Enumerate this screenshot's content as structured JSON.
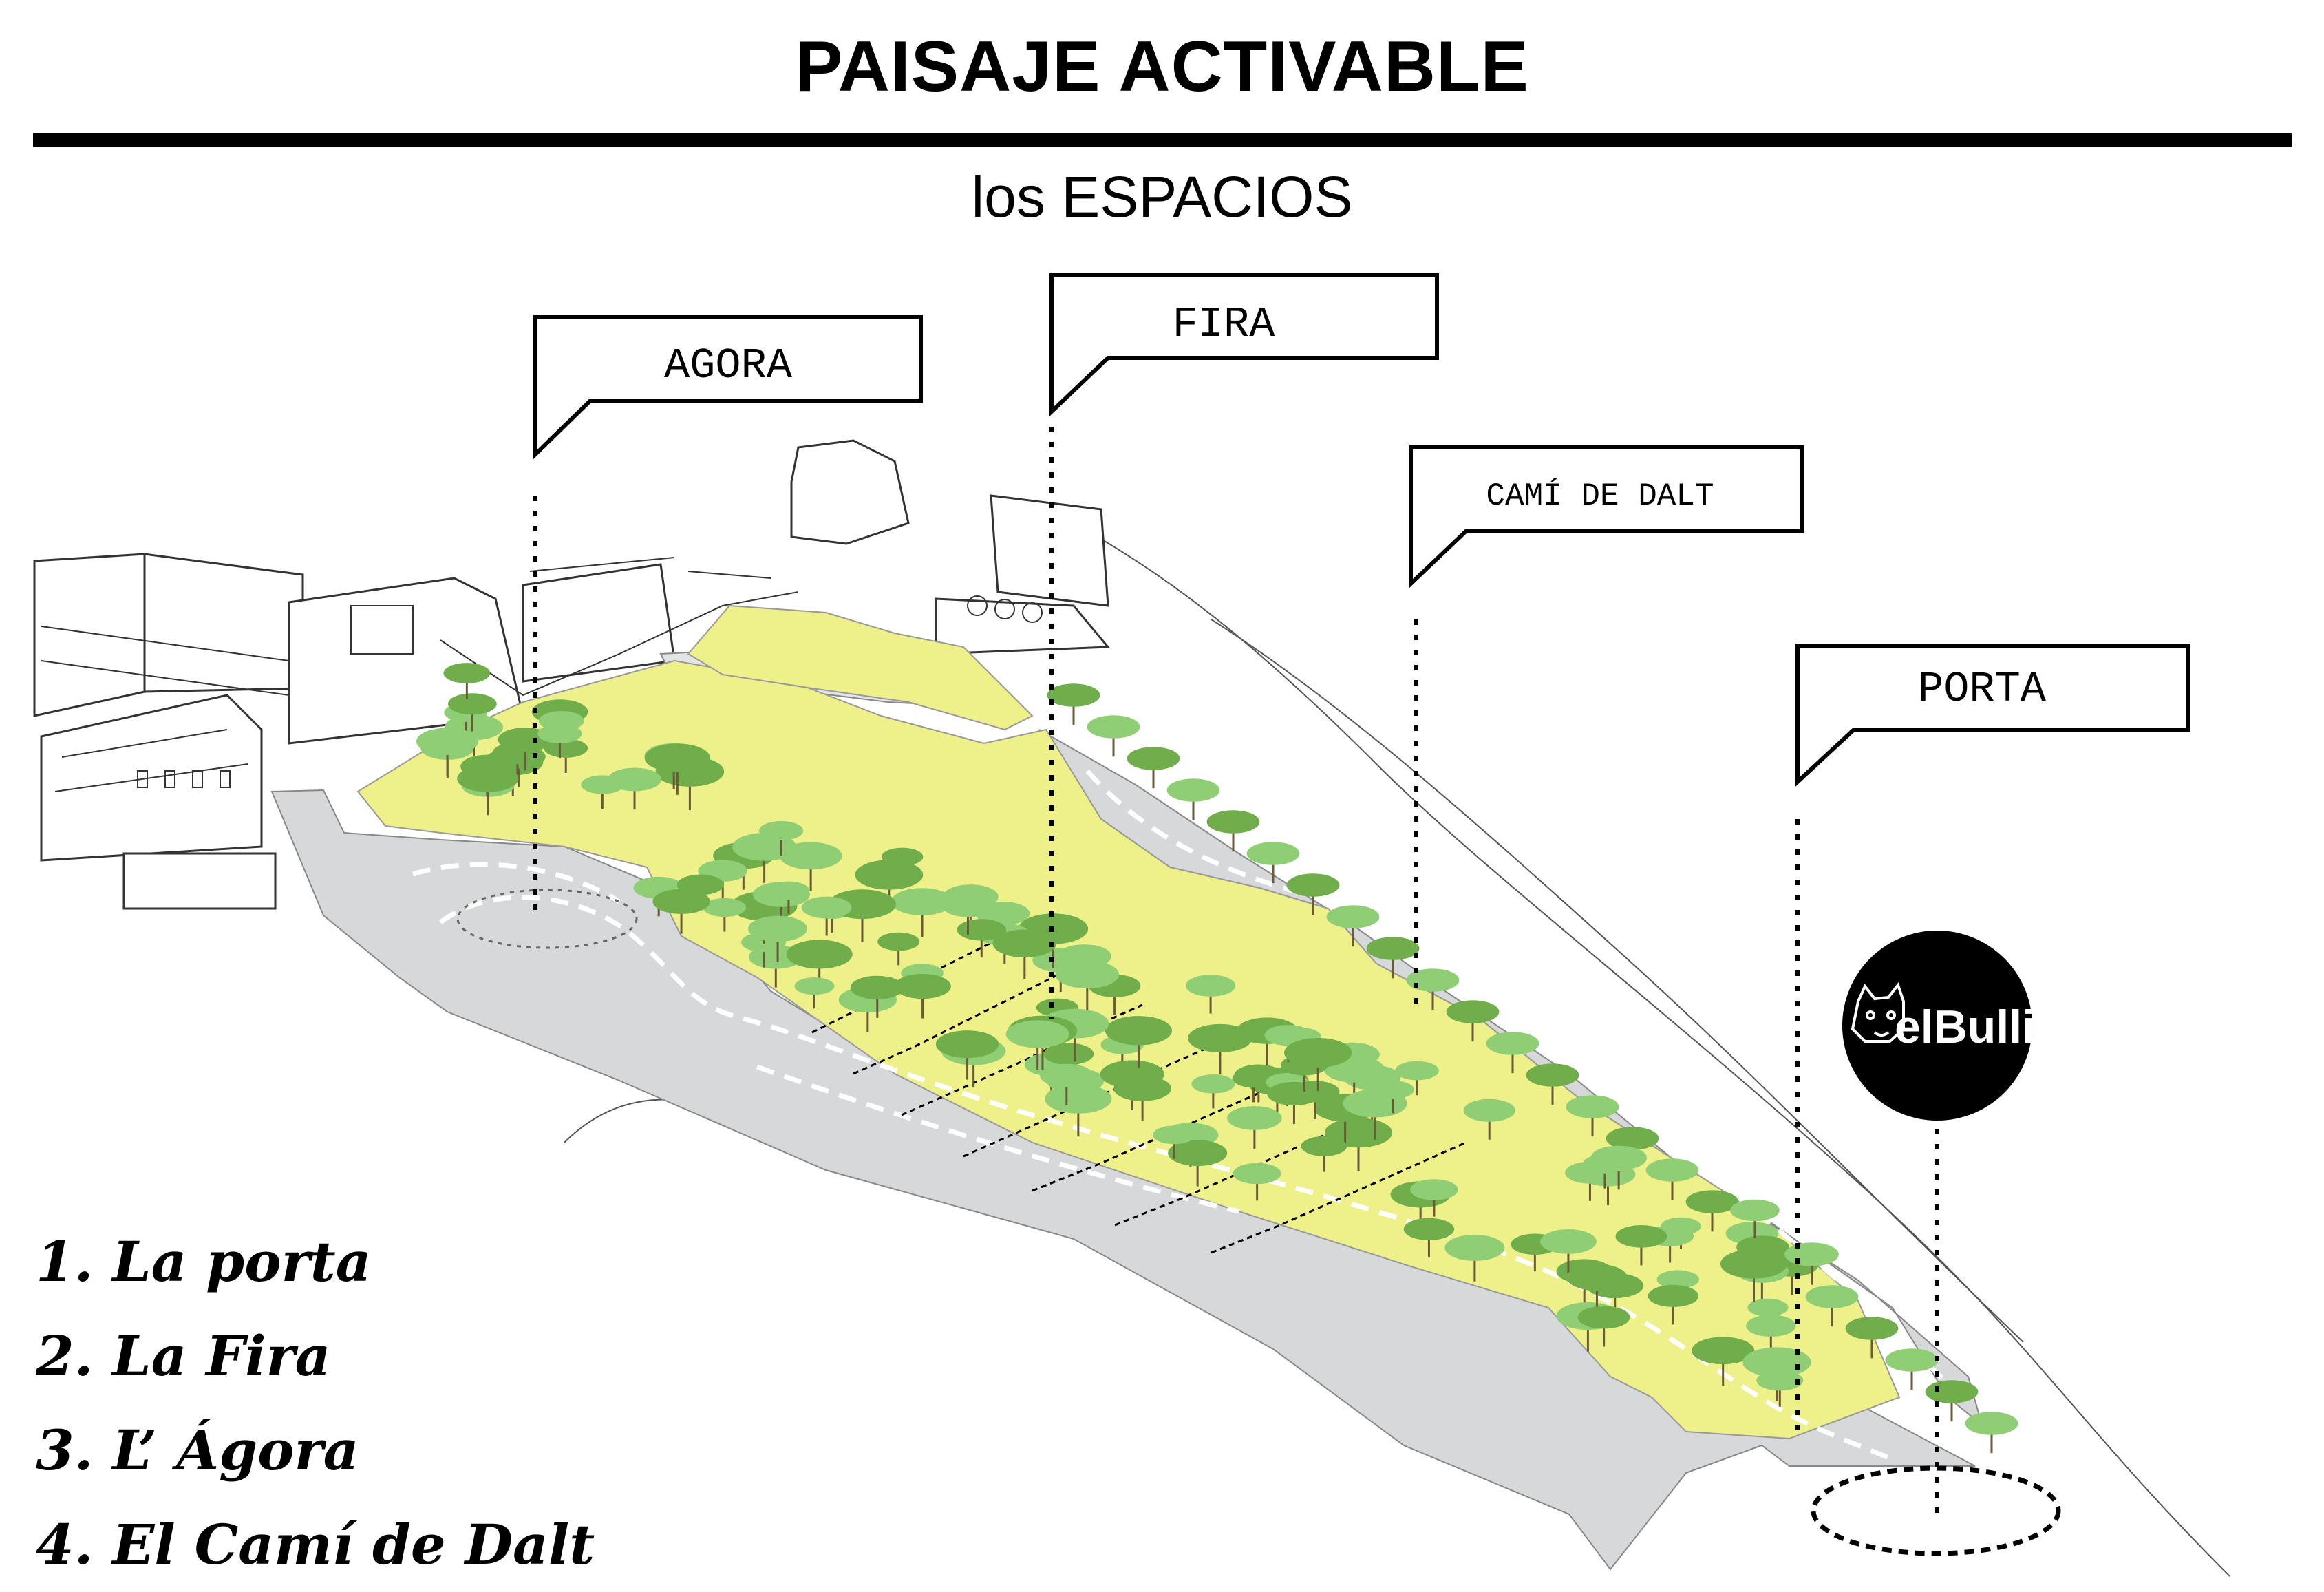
{
  "header": {
    "title": "PAISAJE ACTIVABLE",
    "subtitle": "los ESPACIOS"
  },
  "callouts": [
    {
      "id": "agora",
      "label": "AGORA"
    },
    {
      "id": "fira",
      "label": "FIRA"
    },
    {
      "id": "cami",
      "label": "CAMÍ DE DALT"
    },
    {
      "id": "porta",
      "label": "PORTA"
    }
  ],
  "logo": {
    "text": "elBulli"
  },
  "legend": {
    "items": [
      "1. La porta",
      "2. La Fira",
      "3. L’ Ágora",
      "4. El Camí de Dalt"
    ]
  },
  "colors": {
    "meadow": "#eef08a",
    "paving": "#d6d8da",
    "tree_dark": "#6fae4a",
    "tree_light": "#8fce74",
    "ink": "#000000"
  }
}
